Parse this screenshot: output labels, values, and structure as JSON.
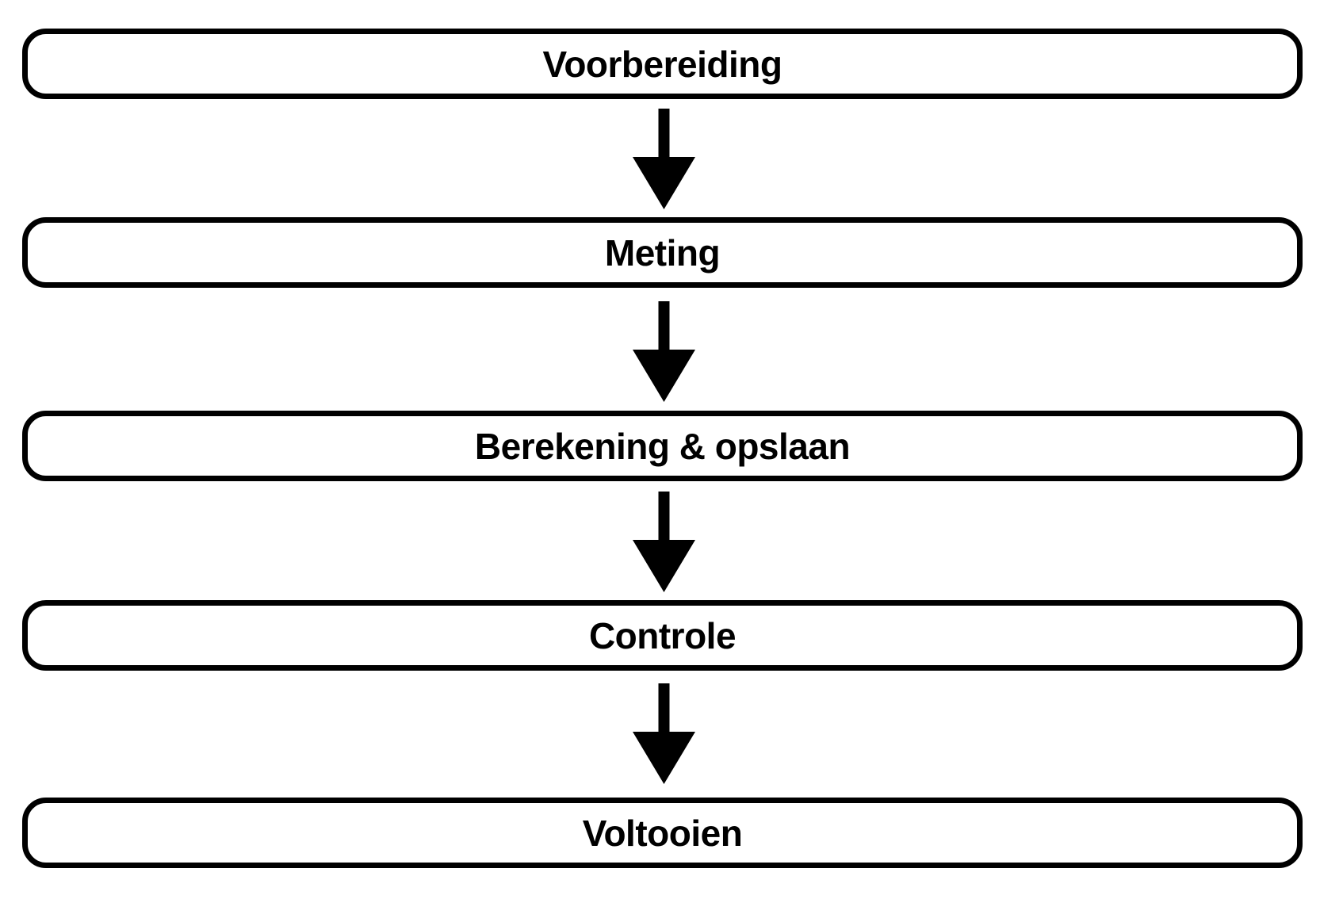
{
  "diagram": {
    "type": "flowchart",
    "orientation": "vertical",
    "language": "nl",
    "background_color": "#ffffff",
    "stroke_color": "#000000",
    "node_shape": "rounded-rectangle",
    "nodes": [
      {
        "id": "voorbereiding",
        "label": "Voorbereiding"
      },
      {
        "id": "meting",
        "label": "Meting"
      },
      {
        "id": "berekening-opslaan",
        "label": "Berekening & opslaan"
      },
      {
        "id": "controle",
        "label": "Controle"
      },
      {
        "id": "voltooien",
        "label": "Voltooien"
      }
    ],
    "connectors": [
      {
        "id": "arrow-1",
        "from": "voorbereiding",
        "to": "meting",
        "icon": "arrow-down-icon"
      },
      {
        "id": "arrow-2",
        "from": "meting",
        "to": "berekening-opslaan",
        "icon": "arrow-down-icon"
      },
      {
        "id": "arrow-3",
        "from": "berekening-opslaan",
        "to": "controle",
        "icon": "arrow-down-icon"
      },
      {
        "id": "arrow-4",
        "from": "controle",
        "to": "voltooien",
        "icon": "arrow-down-icon"
      }
    ]
  }
}
